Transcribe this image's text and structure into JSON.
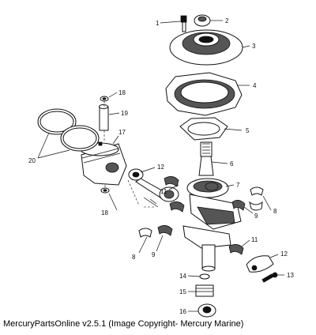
{
  "diagram": {
    "callouts": [
      {
        "id": "c1",
        "text": "1"
      },
      {
        "id": "c2",
        "text": "2"
      },
      {
        "id": "c3",
        "text": "3"
      },
      {
        "id": "c4",
        "text": "4"
      },
      {
        "id": "c5",
        "text": "5"
      },
      {
        "id": "c6",
        "text": "6"
      },
      {
        "id": "c7",
        "text": "7"
      },
      {
        "id": "c8a",
        "text": "8"
      },
      {
        "id": "c8b",
        "text": "8"
      },
      {
        "id": "c9a",
        "text": "9"
      },
      {
        "id": "c9b",
        "text": "9"
      },
      {
        "id": "c11a",
        "text": "11"
      },
      {
        "id": "c11b",
        "text": "11"
      },
      {
        "id": "c12a",
        "text": "12"
      },
      {
        "id": "c12b",
        "text": "12"
      },
      {
        "id": "c13",
        "text": "13"
      },
      {
        "id": "c14",
        "text": "14"
      },
      {
        "id": "c15",
        "text": "15"
      },
      {
        "id": "c16",
        "text": "16"
      },
      {
        "id": "c17",
        "text": "17"
      },
      {
        "id": "c18a",
        "text": "18"
      },
      {
        "id": "c18b",
        "text": "18"
      },
      {
        "id": "c19",
        "text": "19"
      },
      {
        "id": "c20",
        "text": "20"
      }
    ],
    "caption": "MercuryPartsOnline v2.5.1 (Image Copyright- Mercury Marine)"
  }
}
